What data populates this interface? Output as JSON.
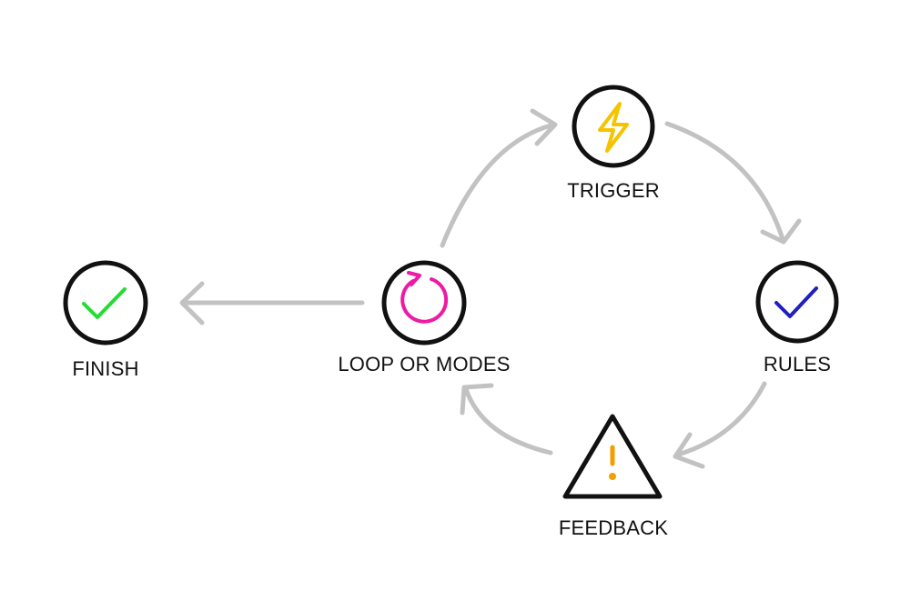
{
  "nodes": {
    "trigger": {
      "label": "TRIGGER",
      "icon": "lightning-icon",
      "color": "#f5c400"
    },
    "rules": {
      "label": "RULES",
      "icon": "checkmark-icon",
      "color": "#2020c0"
    },
    "feedback": {
      "label": "FEEDBACK",
      "icon": "warning-icon",
      "color": "#f2a000"
    },
    "loop": {
      "label": "LOOP OR MODES",
      "icon": "loop-icon",
      "color": "#ee1aa6"
    },
    "finish": {
      "label": "FINISH",
      "icon": "checkmark-icon",
      "color": "#22dd33"
    }
  },
  "arrow_color": "#c2c2c2"
}
